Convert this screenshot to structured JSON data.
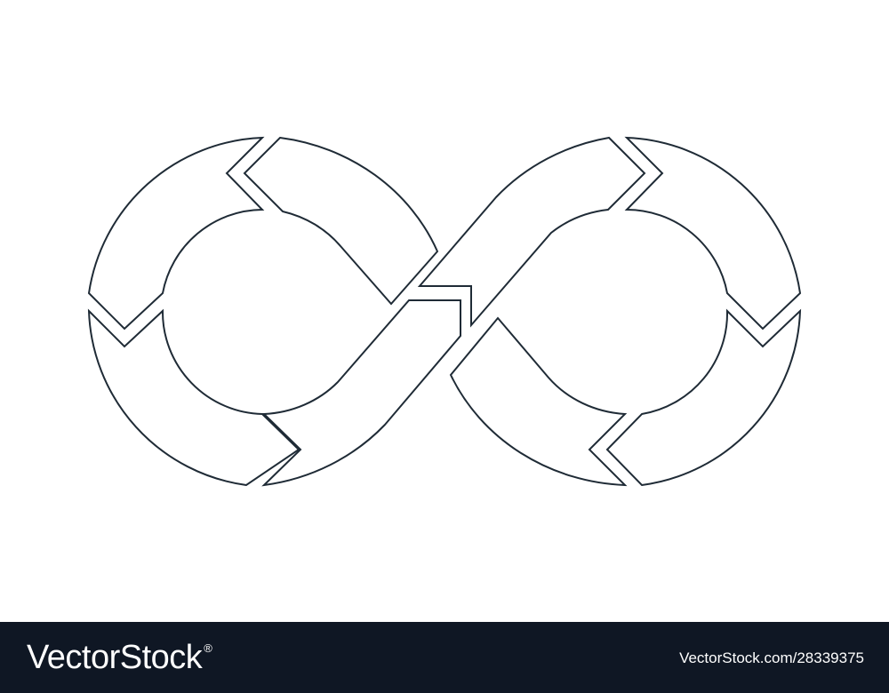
{
  "artwork": {
    "icon": "infinity-arrows-outline-icon",
    "segments": 8,
    "stroke_color": "#1f2b36",
    "fill_color": "#ffffff"
  },
  "footer": {
    "background": "#0f1724",
    "brand": "VectorStock",
    "brand_mark": "®",
    "image_id": "VectorStock.com/28339375"
  }
}
